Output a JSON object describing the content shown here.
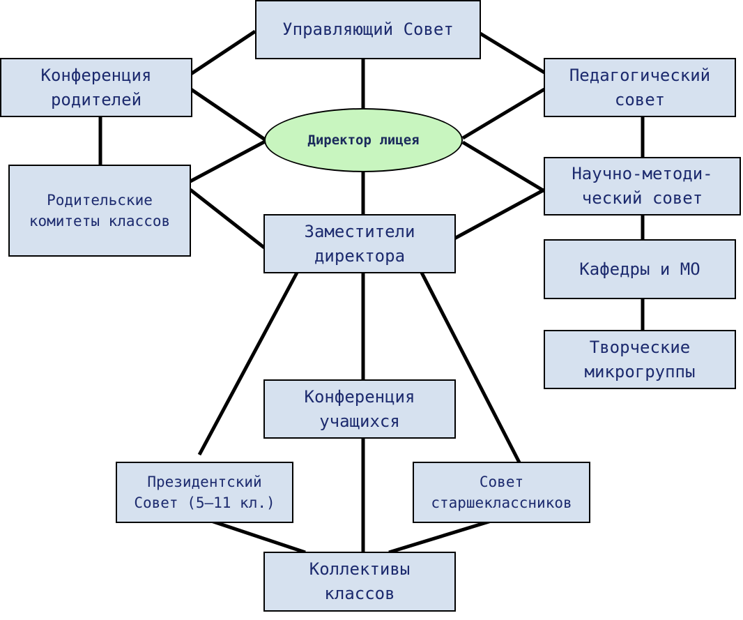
{
  "center": {
    "label": "Директор лицея"
  },
  "nodes": {
    "governing_council": {
      "line1": "Управляющий Совет"
    },
    "parents_conference": {
      "line1": "Конференция",
      "line2": "родителей"
    },
    "pedagogical_council": {
      "line1": "Педагогический",
      "line2": "совет"
    },
    "parents_committees": {
      "line1": "Родительские",
      "line2": "комитеты классов"
    },
    "methodical_council": {
      "line1": "Научно-методи-",
      "line2": "ческий совет"
    },
    "deputies": {
      "line1": "Заместители",
      "line2": "директора"
    },
    "departments": {
      "line1": "Кафедры и МО"
    },
    "creative_groups": {
      "line1": "Творческие",
      "line2": "микрогруппы"
    },
    "students_conference": {
      "line1": "Конференция",
      "line2": "учащихся"
    },
    "presidential_council": {
      "line1": "Президентский",
      "line2": "Совет (5–11 кл.)"
    },
    "seniors_council": {
      "line1": "Совет",
      "line2": "старшеклассников"
    },
    "class_collectives": {
      "line1": "Коллективы",
      "line2": "классов"
    }
  },
  "colors": {
    "box_fill": "#d6e1ef",
    "oval_fill": "#c8f5bf",
    "text": "#1c2a6e",
    "connector": "#000000"
  }
}
